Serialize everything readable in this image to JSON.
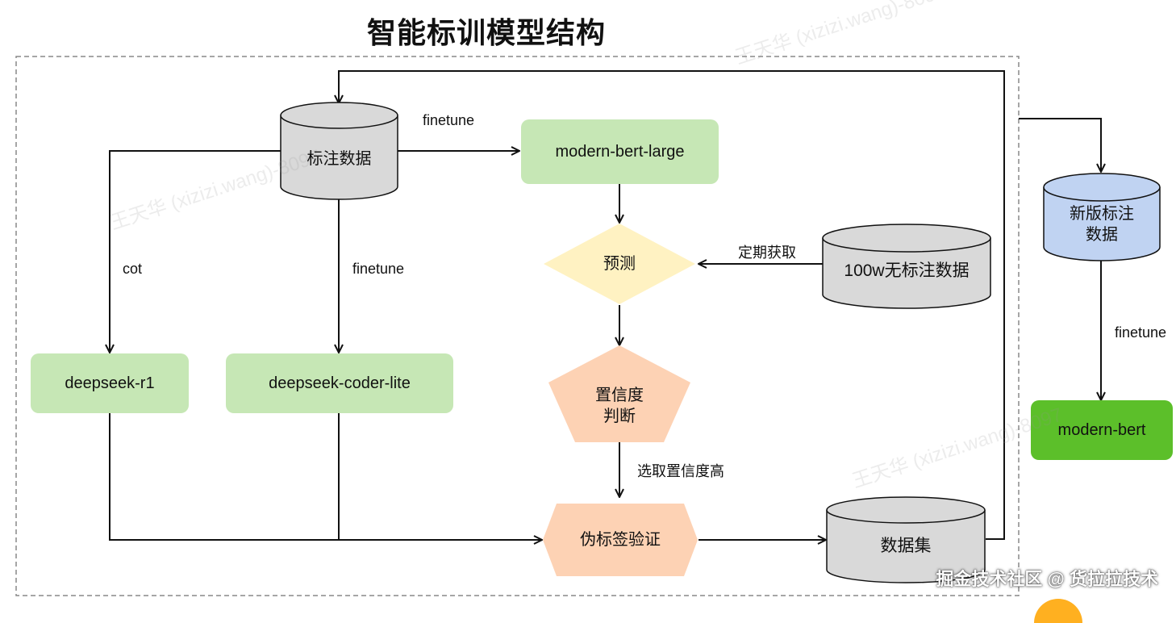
{
  "title": "智能标训模型结构",
  "nodes": {
    "labeled_data": "标注数据",
    "modern_bert_large": "modern-bert-large",
    "predict": "预测",
    "unlabeled": "100w无标注数据",
    "confidence": [
      "置信度",
      "判断"
    ],
    "deepseek_r1": "deepseek-r1",
    "deepseek_coder_lite": "deepseek-coder-lite",
    "pseudo_label": "伪标签验证",
    "dataset": "数据集",
    "new_labeled": [
      "新版标注",
      "数据"
    ],
    "modern_bert": "modern-bert"
  },
  "edges": {
    "finetune_top": "finetune",
    "cot": "cot",
    "finetune_mid": "finetune",
    "periodic": "定期获取",
    "select_high": "选取置信度高",
    "finetune_right": "finetune"
  },
  "watermark": "王天华 (xizizi.wang)-8097",
  "credit": "掘金技术社区 @ 货拉拉技术",
  "colors": {
    "green_light": "#c6e7b5",
    "green_dark": "#5cbf2a",
    "yellow": "#fff2c2",
    "orange": "#fdd2b4",
    "gray_db": "#d9d9d9",
    "blue_db": "#c0d3f2"
  }
}
